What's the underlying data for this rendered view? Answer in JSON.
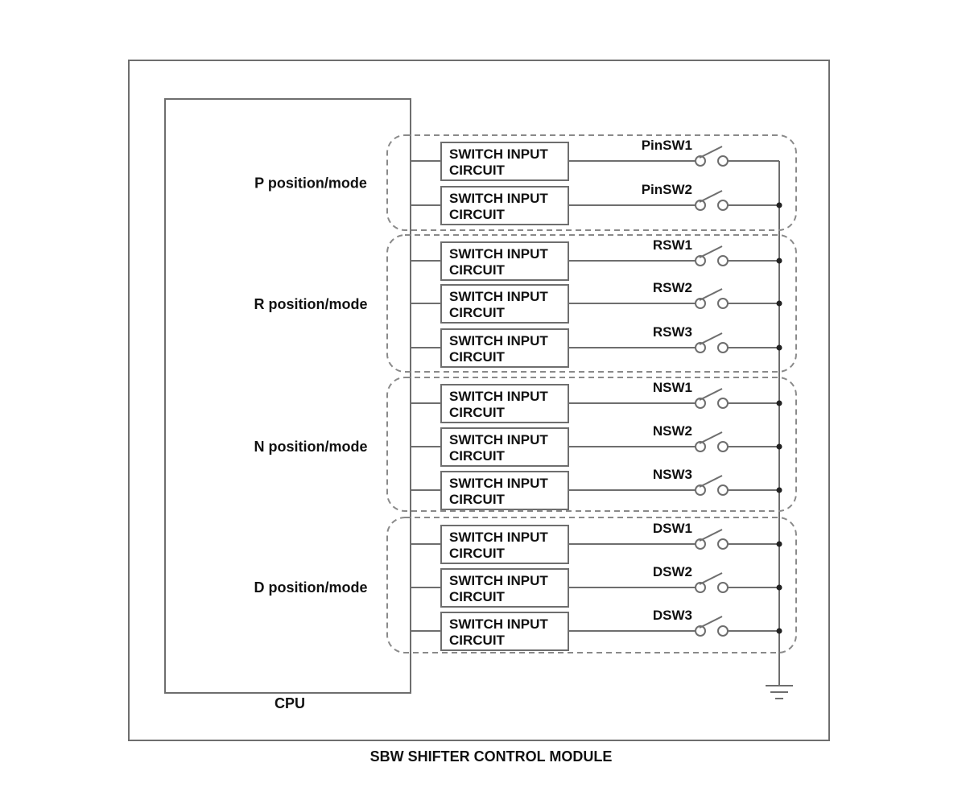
{
  "module_label": "SBW SHIFTER CONTROL MODULE",
  "cpu_label": "CPU",
  "circuit_label_line1": "SWITCH INPUT",
  "circuit_label_line2": "CIRCUIT",
  "groups": [
    {
      "label": "P position/mode",
      "switches": [
        "PinSW1",
        "PinSW2"
      ]
    },
    {
      "label": "R position/mode",
      "switches": [
        "RSW1",
        "RSW2",
        "RSW3"
      ]
    },
    {
      "label": "N position/mode",
      "switches": [
        "NSW1",
        "NSW2",
        "NSW3"
      ]
    },
    {
      "label": "D position/mode",
      "switches": [
        "DSW1",
        "DSW2",
        "DSW3"
      ]
    }
  ],
  "colors": {
    "line": "#6e6e6e",
    "dashed": "#8a8a8a",
    "text": "#111111"
  }
}
